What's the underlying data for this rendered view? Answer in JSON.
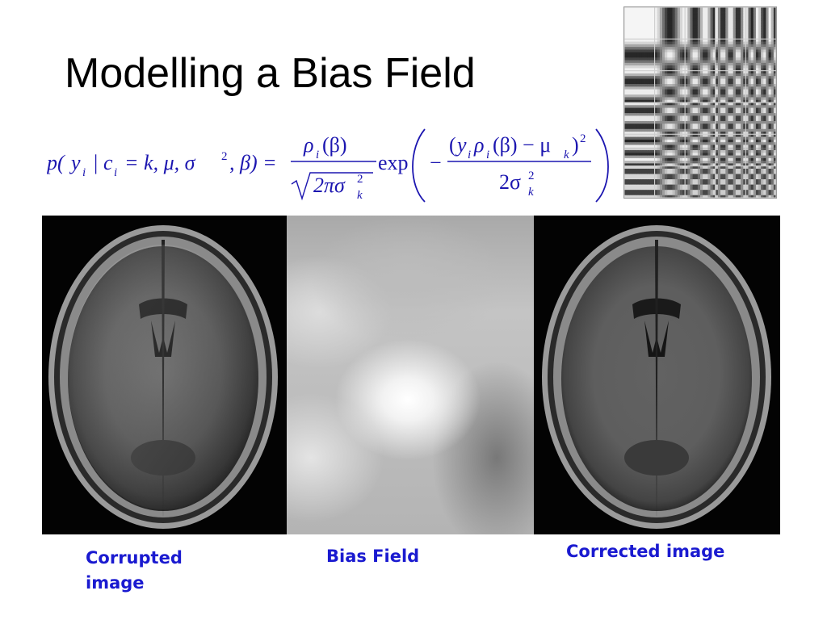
{
  "slide": {
    "title": "Modelling a Bias Field",
    "equation": {
      "lhs_p": "p(",
      "lhs_y": "y",
      "lhs_sub_i": "i",
      "lhs_bar": "|",
      "lhs_c": "c",
      "lhs_sub_i2": "i",
      "lhs_rest": "= k, μ, σ",
      "lhs_sup2": "2",
      "lhs_beta": ", β) =",
      "frac1_num": "ρ",
      "frac1_num_sub": "i",
      "frac1_num_arg": "(β)",
      "frac1_den": "2πσ",
      "frac1_den_sub": "k",
      "frac1_den_sup": "2",
      "exp_label": "exp",
      "minus": "−",
      "frac2_num_open": "(",
      "frac2_num_y": "y",
      "frac2_num_y_sub": "i",
      "frac2_num_rho": "ρ",
      "frac2_num_rho_sub": "i",
      "frac2_num_mid": "(β) − μ",
      "frac2_num_mu_sub": "k",
      "frac2_num_close": ")",
      "frac2_num_sup": "2",
      "frac2_den": "2σ",
      "frac2_den_sub": "k",
      "frac2_den_sup": "2"
    },
    "captions": {
      "corrupted": "Corrupted image",
      "bias": "Bias Field",
      "corrected": "Corrected image"
    },
    "colors": {
      "caption": "#1a1ad0",
      "equation": "#1c16b0",
      "title": "#000000"
    },
    "images": {
      "basis_thumbnail": "dct-basis-functions-grid",
      "corrupted": "mri-axial-brain-corrupted",
      "bias": "smooth-bias-field",
      "corrected": "mri-axial-brain-corrected"
    }
  }
}
